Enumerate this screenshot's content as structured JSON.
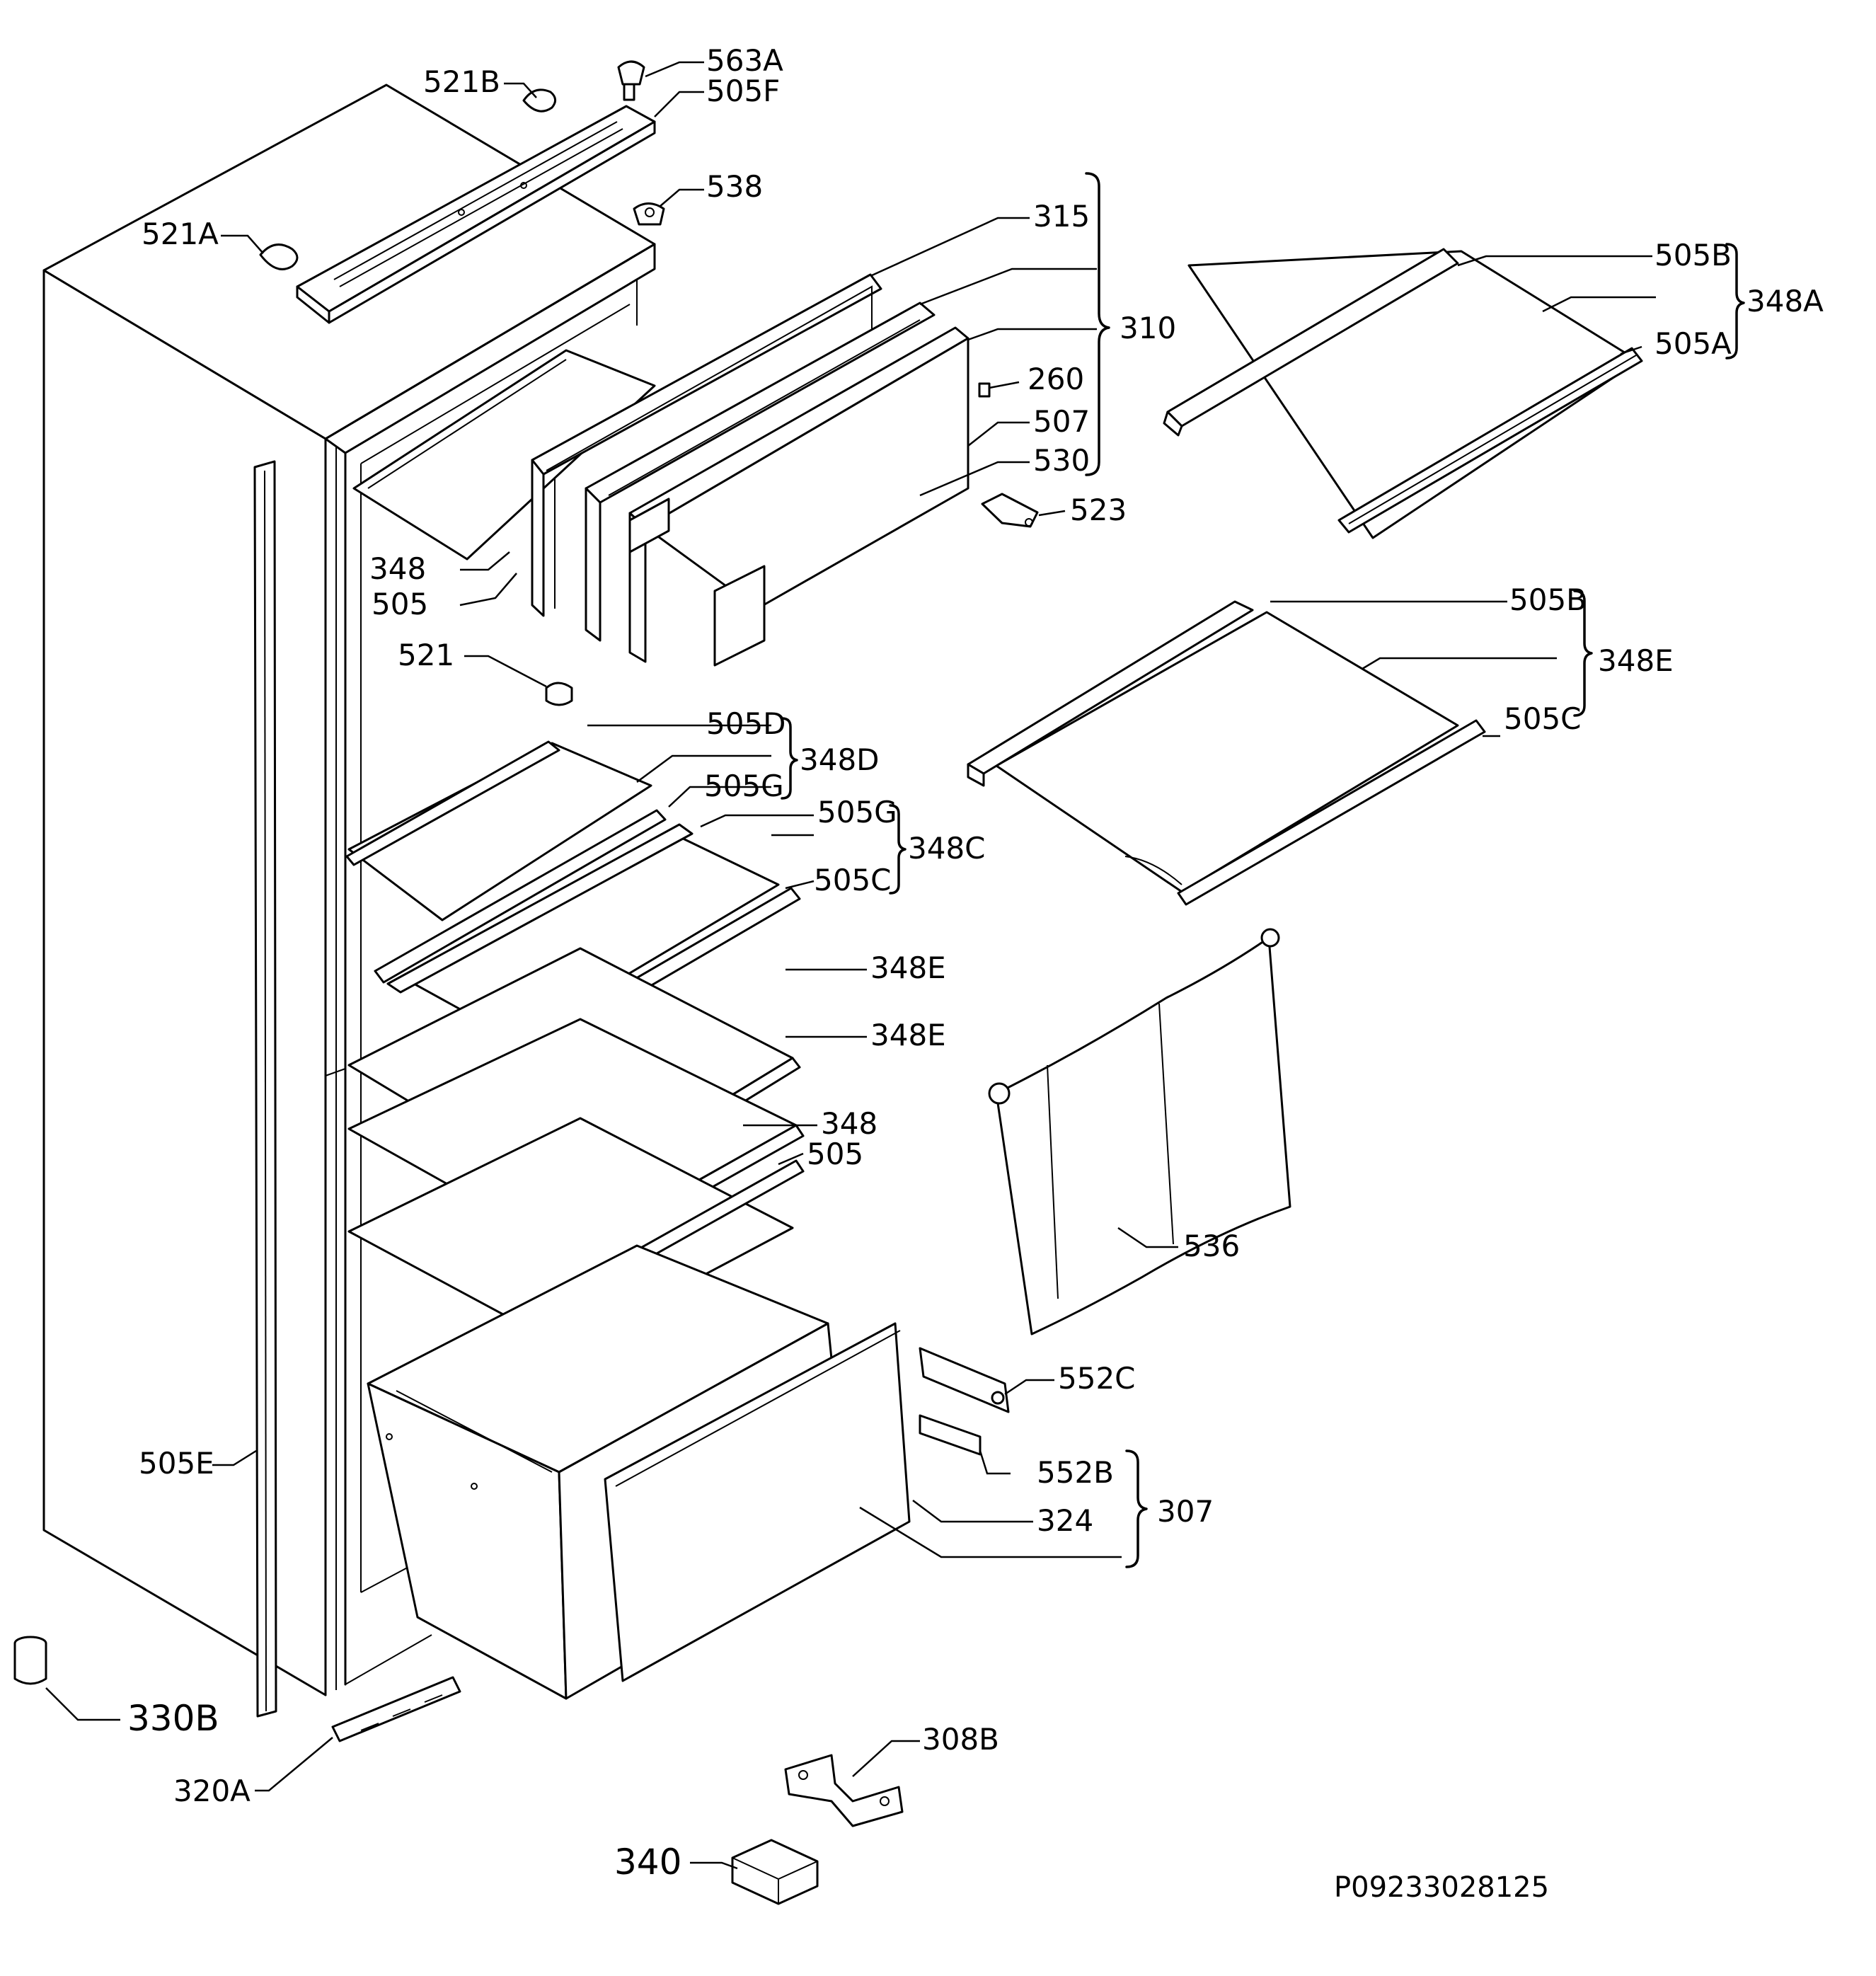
{
  "labels": {
    "l_563A": "563A",
    "l_521B": "521B",
    "l_505F": "505F",
    "l_538": "538",
    "l_521A": "521A",
    "l_315": "315",
    "l_310": "310",
    "l_260": "260",
    "l_507": "507",
    "l_530": "530",
    "l_523": "523",
    "l_348_top": "348",
    "l_505_top": "505",
    "l_521": "521",
    "l_505D": "505D",
    "l_348D": "348D",
    "l_505G_a": "505G",
    "l_505G_b": "505G",
    "l_348C": "348C",
    "l_505C_a": "505C",
    "l_348E_a": "348E",
    "l_348E_b": "348E",
    "l_348_mid": "348",
    "l_505_mid": "505",
    "l_505B_a": "505B",
    "l_348A": "348A",
    "l_505A": "505A",
    "l_505B_b": "505B",
    "l_348E_c": "348E",
    "l_505C_b": "505C",
    "l_536": "536",
    "l_552C": "552C",
    "l_552B": "552B",
    "l_307": "307",
    "l_324": "324",
    "l_505E": "505E",
    "l_330B": "330B",
    "l_320A": "320A",
    "l_308B": "308B",
    "l_340": "340"
  },
  "drawing_code": "P09233028125"
}
